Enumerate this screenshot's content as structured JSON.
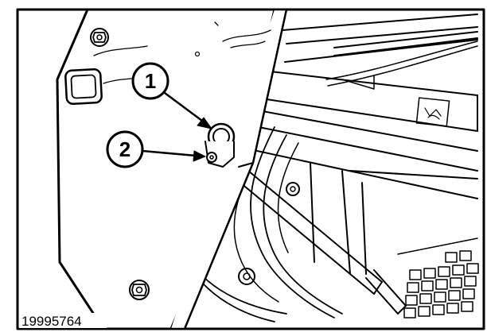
{
  "figure": {
    "id_label": "19995764",
    "callouts": [
      {
        "number": "1"
      },
      {
        "number": "2"
      }
    ]
  },
  "colors": {
    "ink": "#000000",
    "paper": "#ffffff"
  }
}
